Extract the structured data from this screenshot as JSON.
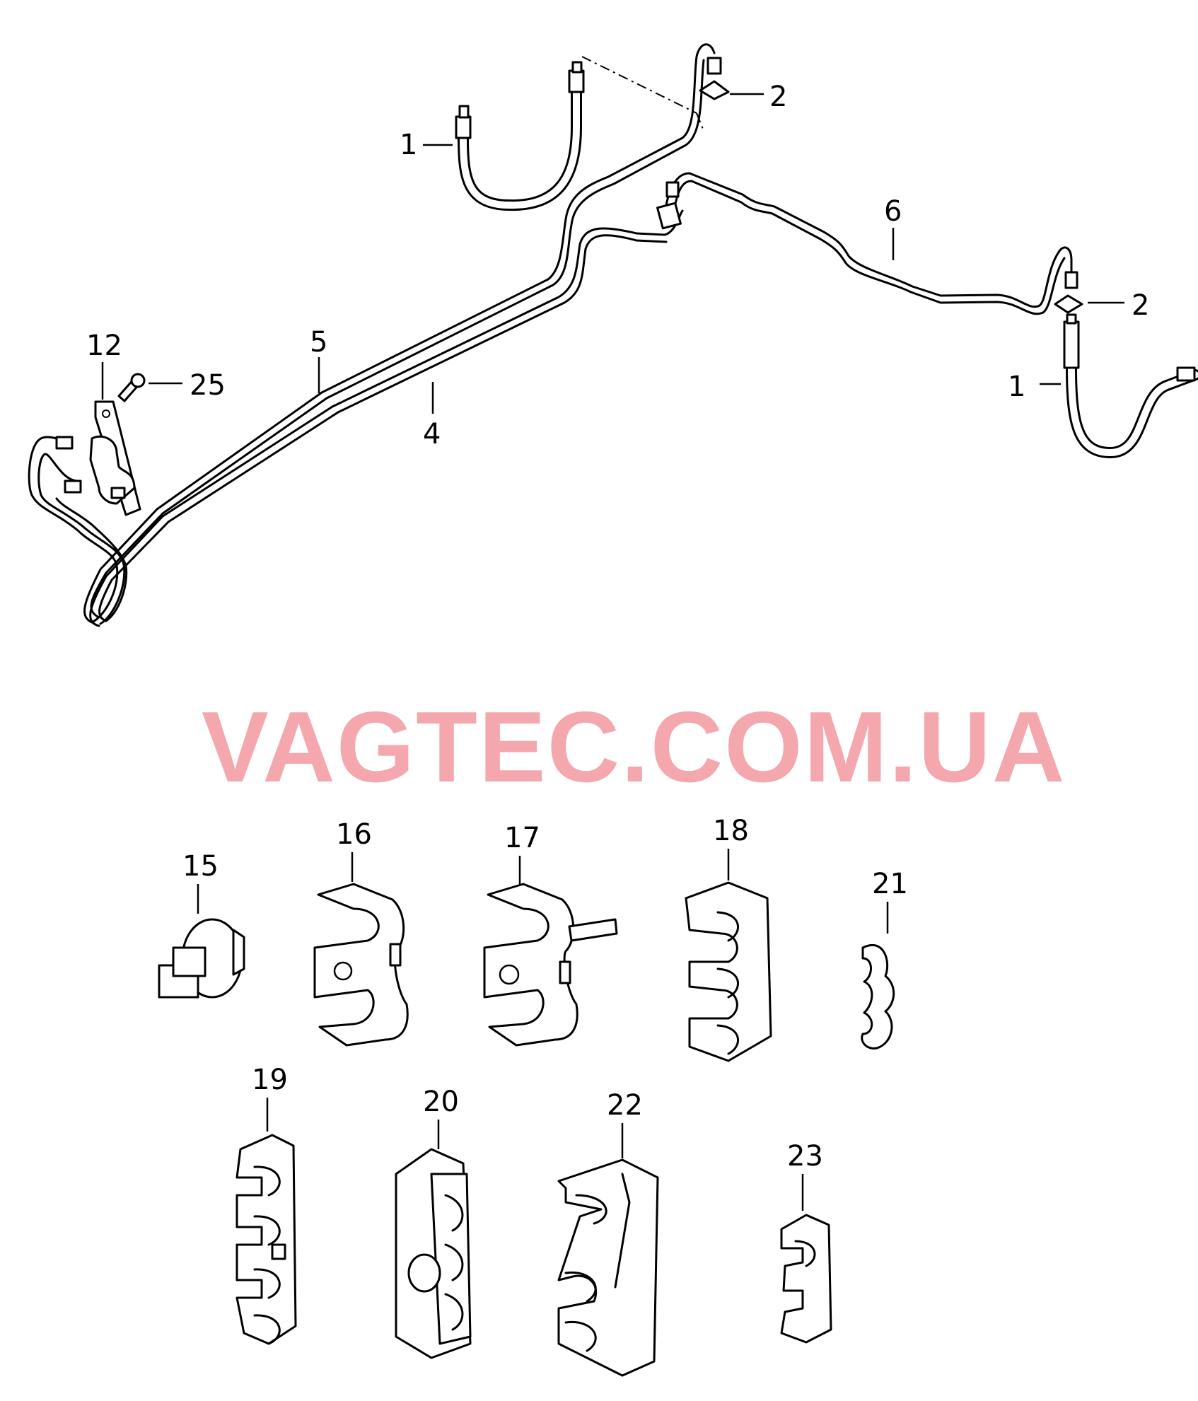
{
  "watermark": "VAGTEC.COM.UA",
  "callouts": [
    {
      "id": "c1a",
      "label": "1"
    },
    {
      "id": "c2a",
      "label": "2"
    },
    {
      "id": "c6",
      "label": "6"
    },
    {
      "id": "c2b",
      "label": "2"
    },
    {
      "id": "c1b",
      "label": "1"
    },
    {
      "id": "c12",
      "label": "12"
    },
    {
      "id": "c25",
      "label": "25"
    },
    {
      "id": "c5",
      "label": "5"
    },
    {
      "id": "c4",
      "label": "4"
    },
    {
      "id": "c15",
      "label": "15"
    },
    {
      "id": "c16",
      "label": "16"
    },
    {
      "id": "c17",
      "label": "17"
    },
    {
      "id": "c18",
      "label": "18"
    },
    {
      "id": "c21",
      "label": "21"
    },
    {
      "id": "c19",
      "label": "19"
    },
    {
      "id": "c20",
      "label": "20"
    },
    {
      "id": "c22",
      "label": "22"
    },
    {
      "id": "c23",
      "label": "23"
    }
  ]
}
